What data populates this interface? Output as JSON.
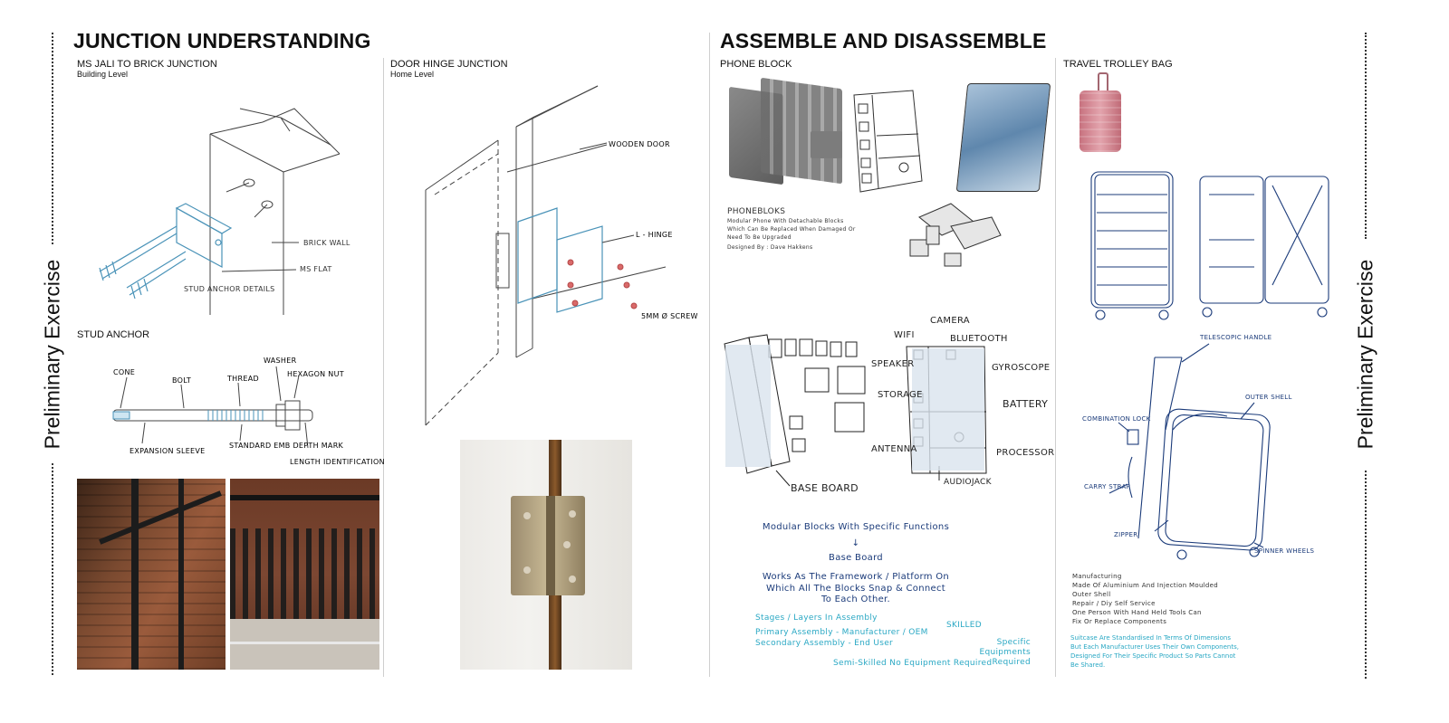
{
  "side_label_left": "Preliminary Exercise",
  "side_label_right": "Preliminary Exercise",
  "left_section": {
    "title": "JUNCTION UNDERSTANDING",
    "jali": {
      "heading": "MS JALI TO BRICK JUNCTION",
      "level": "Building Level",
      "labels": {
        "brick_wall": "BRICK WALL",
        "ms_flat": "MS FLAT",
        "stud_anchor": "STUD ANCHOR DETAILS"
      }
    },
    "stud_anchor": {
      "heading": "STUD ANCHOR",
      "labels": {
        "cone": "CONE",
        "bolt": "BOLT",
        "thread": "THREAD",
        "washer": "WASHER",
        "hex_nut": "HEXAGON NUT",
        "expansion_sleeve": "EXPANSION SLEEVE",
        "standard_depth": "STANDARD EMB DEPTH MARK",
        "length_id": "LENGTH IDENTIFICATION"
      }
    },
    "door": {
      "heading": "DOOR HINGE JUNCTION",
      "level": "Home Level",
      "labels": {
        "wooden_door": "WOODEN DOOR",
        "l_hinge": "L - HINGE",
        "screw": "5MM Ø SCREW"
      }
    }
  },
  "right_section": {
    "title": "ASSEMBLE AND DISASSEMBLE",
    "phone": {
      "heading": "PHONE BLOCK",
      "phonebloks_title": "PHONEBLOKS",
      "phonebloks_desc": [
        "Modular Phone With Detachable Blocks",
        "Which Can Be Replaced When Damaged Or",
        "Need To Be Upgraded"
      ],
      "designed_by": "Designed By : Dave Hakkens",
      "labels": {
        "camera": "CAMERA",
        "wifi": "WIFI",
        "bluetooth": "BLUETOOTH",
        "speaker": "SPEAKER",
        "gyroscope": "GYROSCOPE",
        "storage": "STORAGE",
        "battery": "BATTERY",
        "antenna": "ANTENNA",
        "processor": "PROCESSOR",
        "audiojack": "AUDIOJACK",
        "base_board": "BASE BOARD"
      },
      "notes": {
        "n1": "Modular Blocks With Specific Functions",
        "arrow": "↓",
        "n2": "Base Board",
        "n3a": "Works As The Framework / Platform On",
        "n3b": "Which All The Blocks Snap & Connect",
        "n3c": "To Each Other."
      },
      "stages": {
        "title": "Stages / Layers In Assembly",
        "primary": "Primary Assembly - Manufacturer / OEM",
        "skilled": "SKILLED",
        "secondary": "Secondary Assembly - End User",
        "specific": "Specific Equipments Required",
        "semi": "Semi-Skilled No Equipment Required"
      }
    },
    "trolley": {
      "heading": "TRAVEL TROLLEY BAG",
      "labels": {
        "handle": "TELESCOPIC HANDLE",
        "lock": "COMBINATION LOCK",
        "outer": "OUTER SHELL",
        "strap": "CARRY STRAP",
        "zipper": "ZIPPER",
        "wheels": "SPINNER WHEELS"
      },
      "mfg": [
        "Manufacturing",
        "Made Of Aluminium And Injection Moulded",
        "Outer Shell",
        "Repair / Diy Self Service",
        "One Person With Hand Held Tools Can",
        "Fix Or Replace Components"
      ],
      "std": [
        "Suitcase Are Standardised In Terms Of Dimensions",
        "But Each Manufacturer Uses Their Own Components,",
        "Designed For Their Specific Product So Parts Cannot",
        "Be Shared."
      ]
    }
  },
  "colors": {
    "ink": "#1b3b7a",
    "cyan": "#2aa8c4",
    "brick": "#8a4a30",
    "pink": "#d98a95"
  }
}
